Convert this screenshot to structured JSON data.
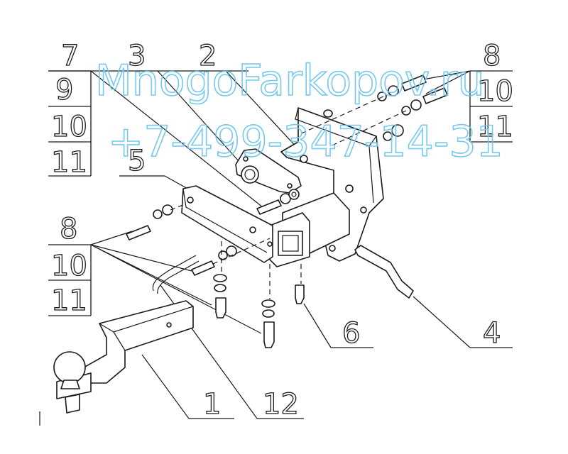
{
  "watermark": {
    "site": "MnogoFarkopov.ru",
    "phone": "+7-499-347-14-31",
    "color": "#6ec6ee"
  },
  "callouts": {
    "top_left_stack": [
      "9",
      "10",
      "11"
    ],
    "top_right_stack": [
      "8",
      "10",
      "11"
    ],
    "mid_left_stack": [
      "8",
      "10",
      "11"
    ],
    "label_7": "7",
    "label_3": "3",
    "label_2": "2",
    "label_5": "5",
    "label_6": "6",
    "label_4": "4",
    "label_1": "1",
    "label_12": "12"
  },
  "line_color": "#1a1a1a"
}
